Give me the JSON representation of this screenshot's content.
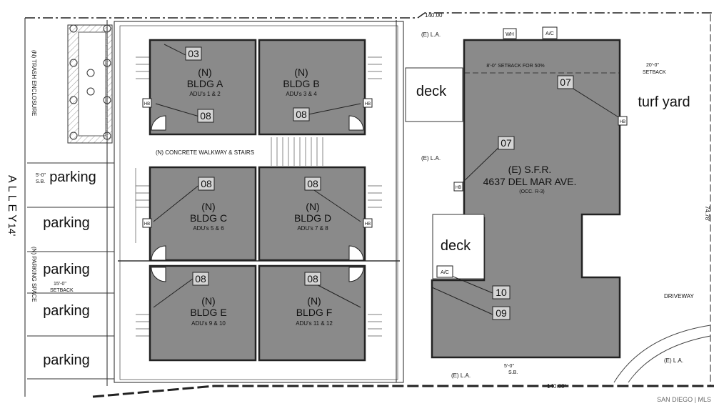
{
  "buildings": [
    {
      "n": "(N)",
      "name": "BLDG A",
      "units": "ADU's 1 & 2"
    },
    {
      "n": "(N)",
      "name": "BLDG B",
      "units": "ADU's 3 & 4"
    },
    {
      "n": "(N)",
      "name": "BLDG C",
      "units": "ADU's 5 & 6"
    },
    {
      "n": "(N)",
      "name": "BLDG D",
      "units": "ADU's 7 & 8"
    },
    {
      "n": "(N)",
      "name": "BLDG E",
      "units": "ADU's 9 & 10"
    },
    {
      "n": "(N)",
      "name": "BLDG F",
      "units": "ADU's 11 & 12"
    }
  ],
  "sfr": {
    "line1": "(E)   S.F.R.",
    "line2": "4637 DEL MAR AVE.",
    "line3": "(OCC. R-3)"
  },
  "labels": {
    "deck": "deck",
    "turf": "turf yard",
    "parking": "parking",
    "walkway": "(N)  CONCRETE WALKWAY & STAIRS",
    "alley": "ALLEY",
    "alley_width": "14'",
    "trash": "(N)  TRASH ENCLOSURE",
    "parking_space": "(N)  PARKING SPACE",
    "setback_50": "8'-0\" SETBACK FOR 50%",
    "setback_20": "20'-0\"",
    "setback_word": "SETBACK",
    "setback_15": "15'-0\"",
    "sb_5": "5'-0\"",
    "sb": "S.B.",
    "driveway": "DRIVEWAY",
    "el": "(E) L.A.",
    "dim_top": "140.00'",
    "dim_bottom": "140.00'",
    "dim_right": "74.78'",
    "wh": "WH",
    "ac": "A/C",
    "hb": "HB",
    "watermark": "SAN DIEGO | MLS"
  },
  "tags": {
    "t03": "03",
    "t07": "07",
    "t08": "08",
    "t09": "09",
    "t10": "10"
  }
}
